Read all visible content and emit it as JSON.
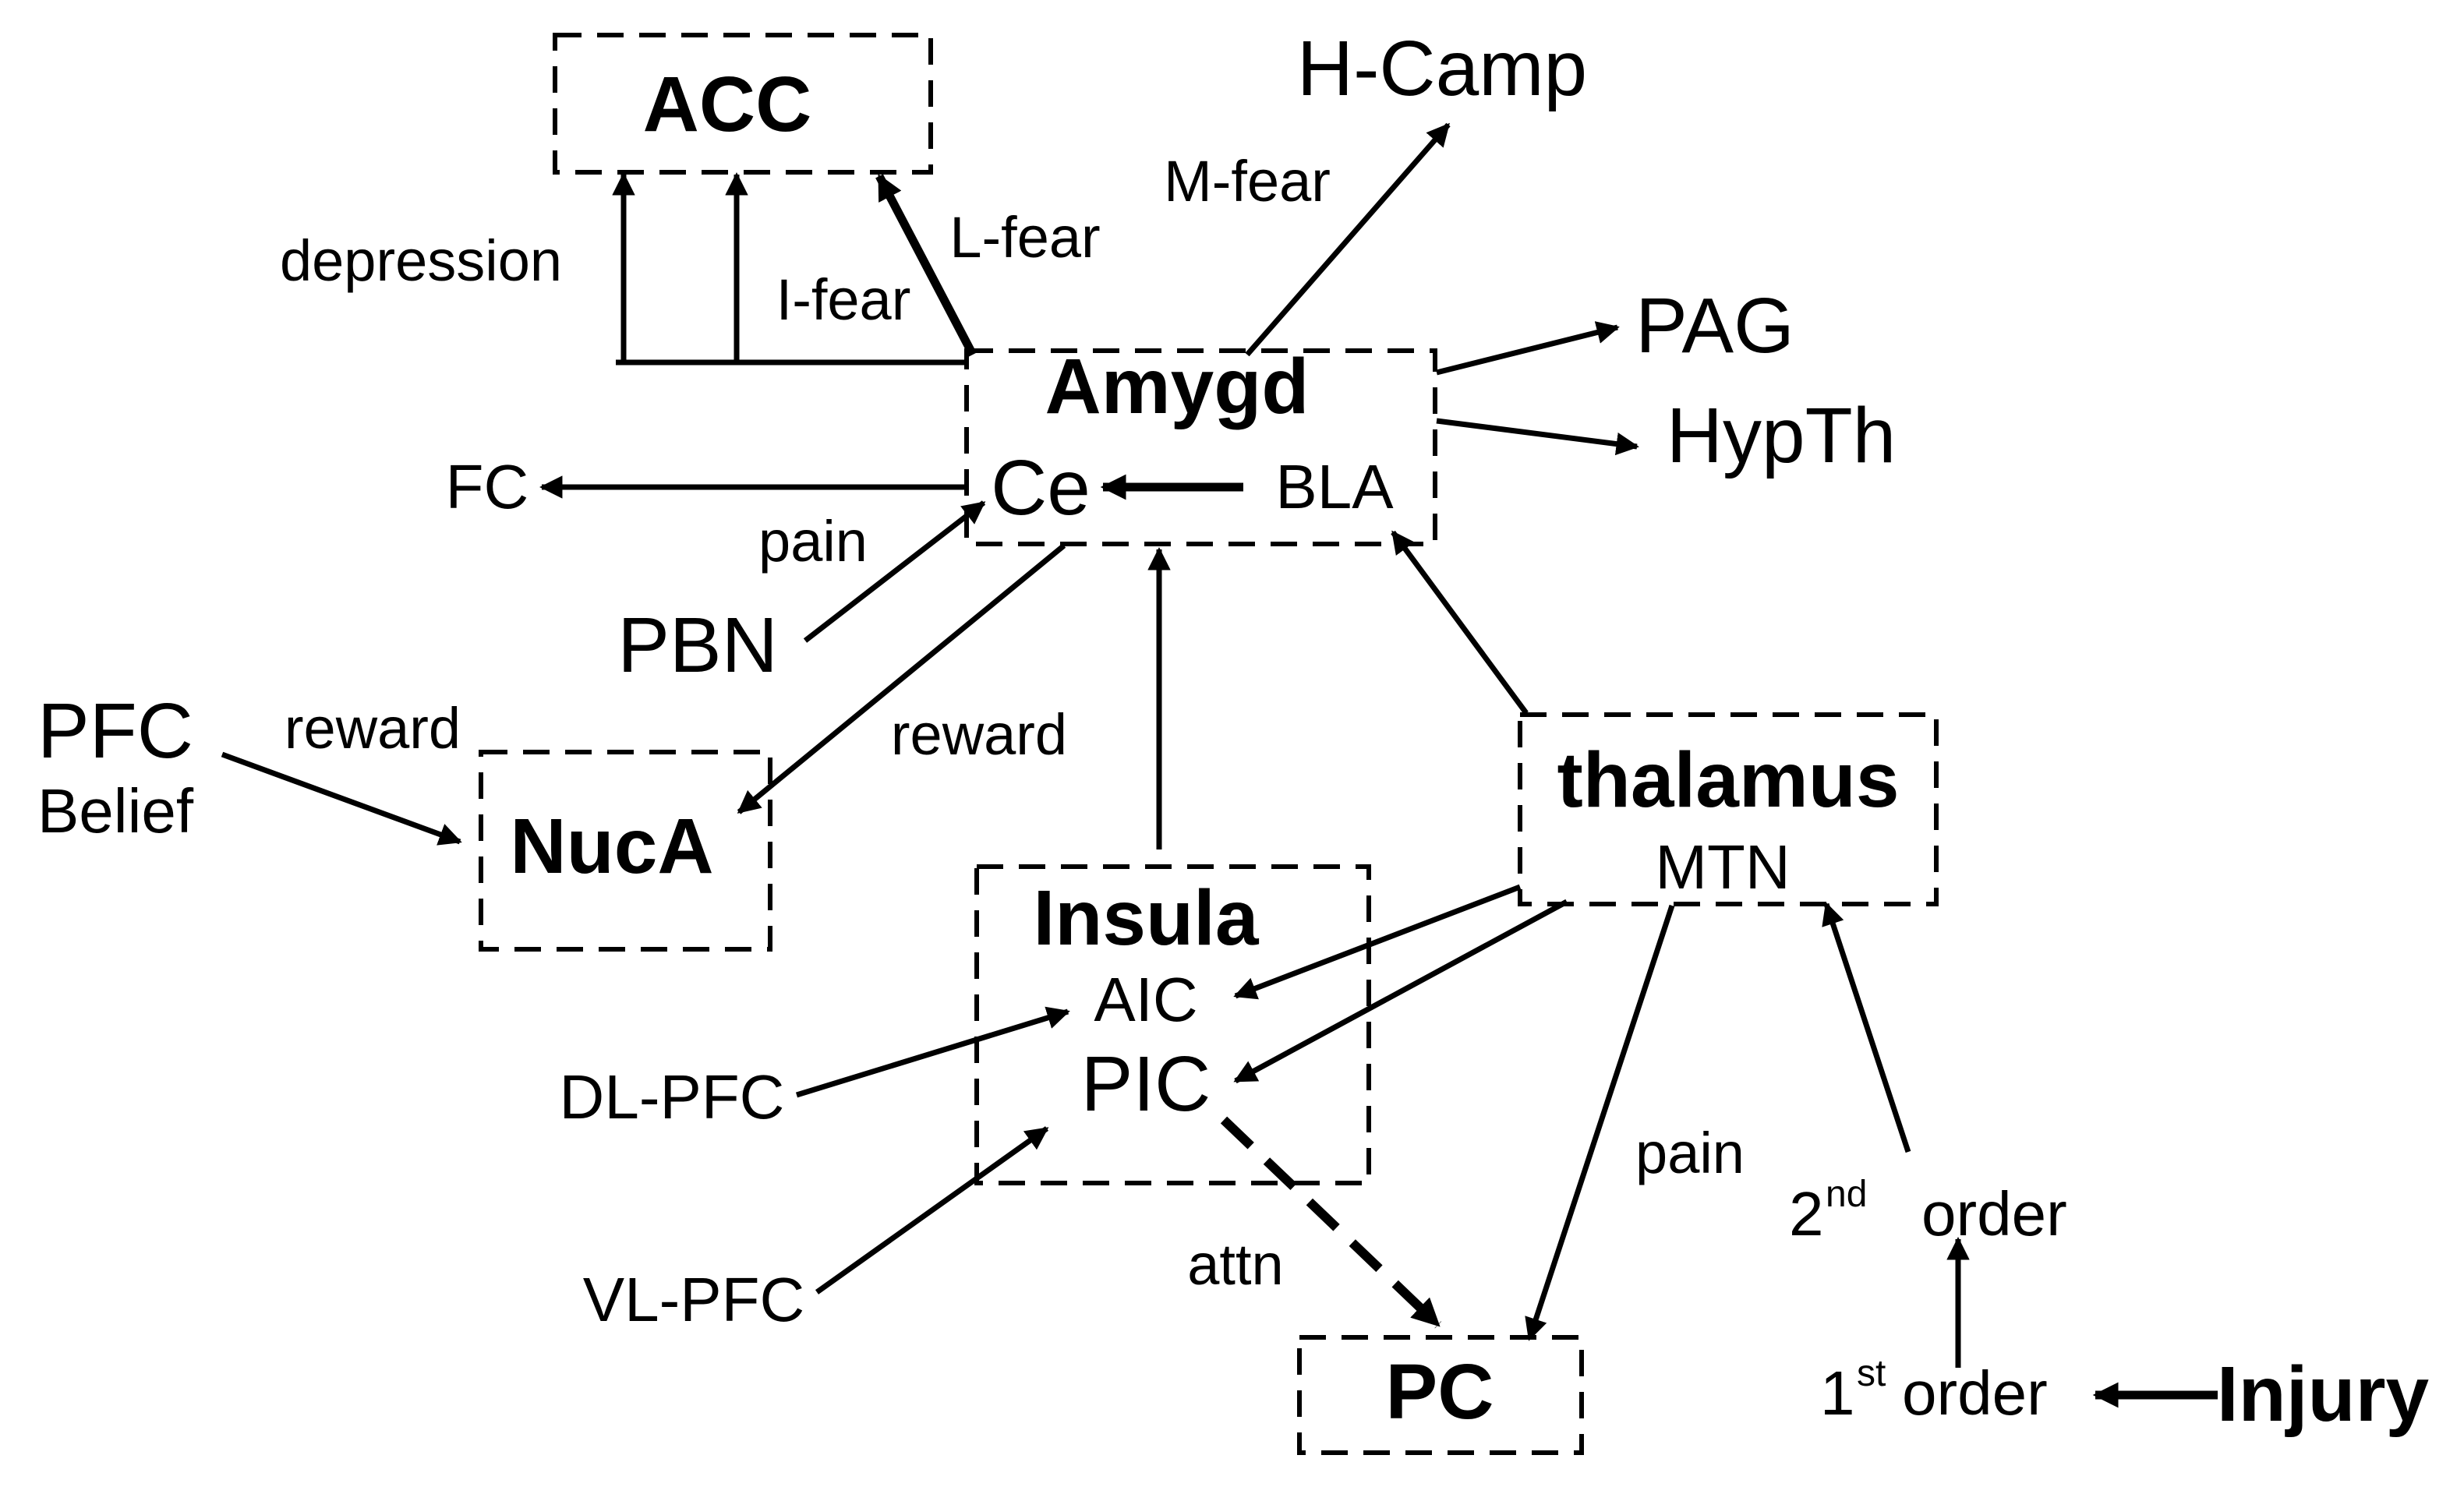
{
  "nodes": {
    "acc": "ACC",
    "h_camp": "H-Camp",
    "amygd": "Amygd",
    "ce": "Ce",
    "bla": "BLA",
    "pag": "PAG",
    "hypth": "HypTh",
    "fc": "FC",
    "pbn": "PBN",
    "pfc": "PFC",
    "belief": "Belief",
    "nuca": "NucA",
    "thalamus": "thalamus",
    "mtn": "MTN",
    "insula": "Insula",
    "aic": "AIC",
    "pic": "PIC",
    "dl_pfc": "DL-PFC",
    "vl_pfc": "VL-PFC",
    "pc": "PC",
    "order_2nd_num": "2",
    "order_2nd_sup": "nd",
    "order_2nd_word": "order",
    "order_1st_num": "1",
    "order_1st_sup": "st",
    "order_1st_word": "order",
    "injury": "Injury"
  },
  "edge_labels": {
    "depression": "depression",
    "i_fear": "I-fear",
    "l_fear": "L-fear",
    "m_fear": "M-fear",
    "pain_pbn": "pain",
    "reward_pfc": "reward",
    "reward_ce": "reward",
    "pain_thalamus": "pain",
    "attn": "attn"
  }
}
